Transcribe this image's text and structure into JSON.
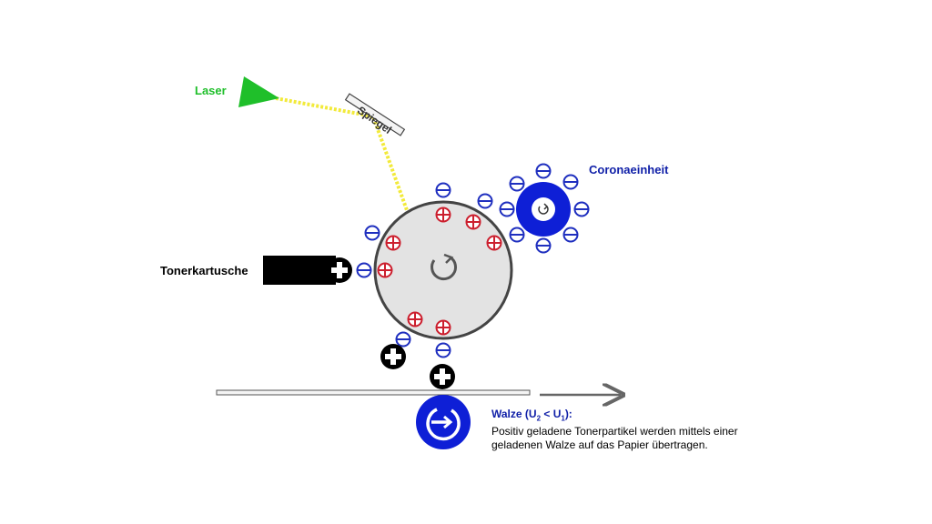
{
  "labels": {
    "laser": "Laser",
    "mirror": "Spiegel",
    "corona": "Coronaeinheit",
    "toner": "Tonerkartusche"
  },
  "caption": {
    "title_prefix": "Walze (U",
    "sub1": "2",
    "middle": " < U",
    "sub2": "1",
    "title_suffix": "):",
    "line1": "Positiv geladene Tonerpartikel werden mittels einer",
    "line2": "geladenen Walze auf das Papier übertragen."
  },
  "colors": {
    "laser": "#1fbf2a",
    "laser_beam": "#f2ea3a",
    "drum": "#e3e3e3",
    "drum_border": "#444444",
    "positive": "#cc1f2e",
    "negative": "#1f2fbf",
    "corona": "#0e1fd6",
    "transfer_roller": "#0e1fd6",
    "toner": "#000000",
    "label_blue": "#1020a8",
    "paper_arrow": "#666666"
  },
  "icons": {
    "drum_rotation": "rotate-ccw-icon",
    "corona_rotation": "rotate-ccw-icon",
    "roller_rotation": "rotate-cw-icon",
    "positive_charge": "circled-plus-icon",
    "negative_charge": "circled-minus-icon",
    "toner_particle": "toner-plus-icon"
  }
}
